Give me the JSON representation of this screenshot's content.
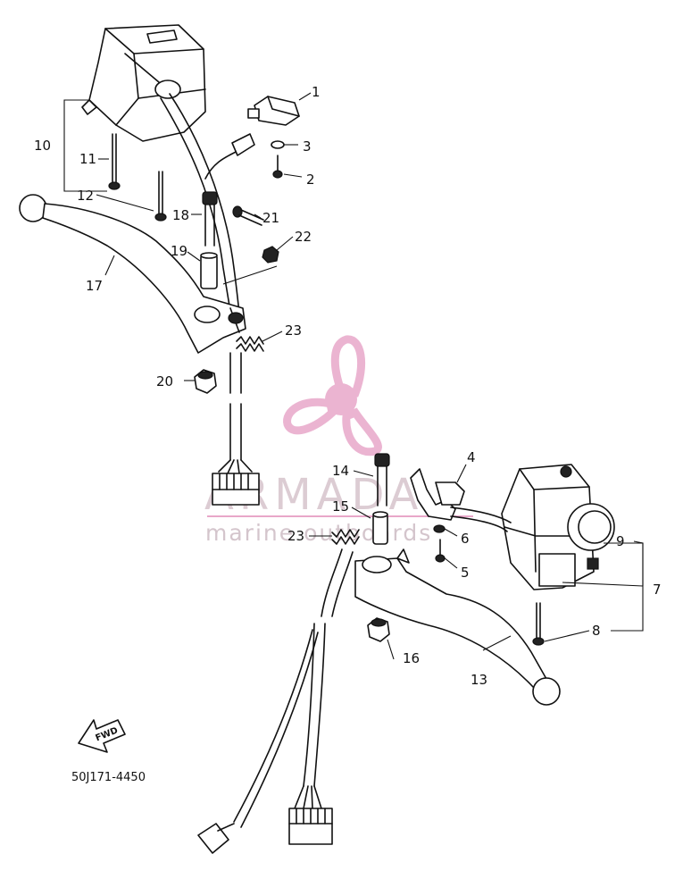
{
  "diagram": {
    "callouts": [
      "1",
      "2",
      "3",
      "4",
      "5",
      "6",
      "7",
      "8",
      "9",
      "10",
      "11",
      "12",
      "13",
      "14",
      "15",
      "16",
      "17",
      "18",
      "19",
      "20",
      "21",
      "22",
      "23",
      "23"
    ],
    "drawing_code": "50J171-4450",
    "fwd_label": "FWD"
  },
  "watermark": {
    "brand": "ARMADA",
    "tagline": "marine outboards",
    "logo_color": "#e8a7c9"
  }
}
